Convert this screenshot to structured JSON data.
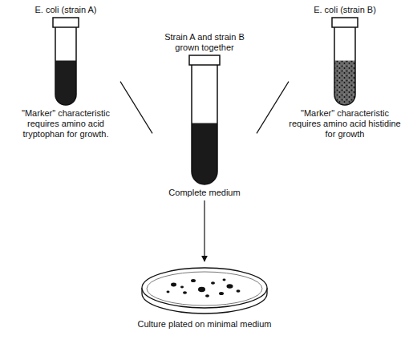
{
  "diagram": {
    "nodes": [
      {
        "text": [
          "E. coli (strain A)",
          "\"Marker\" characteristic requires amino acid tryptophan for growth."
        ]
      },
      {
        "text": [
          "Strain A and strain B grown together",
          "Complete medium"
        ]
      },
      {
        "text": [
          "E. coli (strain B)",
          "\"Marker\" characteristic requires amino acid histidine for growth"
        ]
      },
      {
        "text": [
          "Culture plated on minimal medium"
        ]
      }
    ],
    "edges": [
      {
        "from": 0,
        "to": 1,
        "arrow": "none"
      },
      {
        "from": 2,
        "to": 1,
        "arrow": "none"
      },
      {
        "from": 1,
        "to": 3,
        "arrow": "to"
      }
    ]
  }
}
